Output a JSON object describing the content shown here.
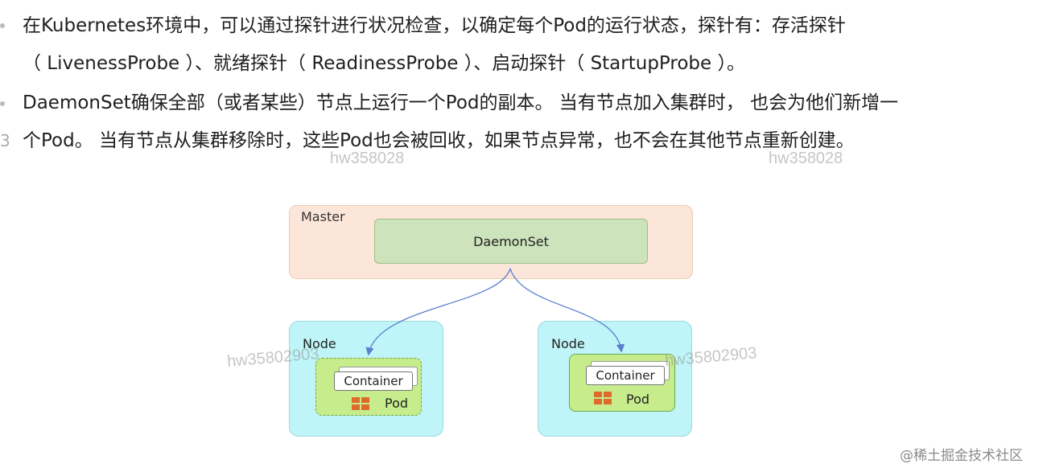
{
  "text": {
    "para1_line1": "在Kubernetes环境中，可以通过探针进行状况检查，以确定每个Pod的运行状态，探针有：存活探针",
    "para1_line2": "（ LivenessProbe ）、就绪探针（ ReadinessProbe ）、启动探针（ StartupProbe ）。",
    "para2_line1": "DaemonSet确保全部（或者某些）节点上运行一个Pod的副本。 当有节点加入集群时， 也会为他们新增一",
    "para2_line2": "个Pod。 当有节点从集群移除时，这些Pod也会被回收，如果节点异常，也不会在其他节点重新创建。",
    "edge_number": "3"
  },
  "watermarks": [
    "hw358028",
    "hw358028",
    "hw35802903",
    "hw35802903"
  ],
  "diagram": {
    "master_label": "Master",
    "daemonset_label": "DaemonSet",
    "node_left_label": "Node",
    "node_right_label": "Node",
    "container_left_label": "Container",
    "container_right_label": "Container",
    "pod_left_label": "Pod",
    "pod_right_label": "Pod"
  },
  "credit": "@稀土掘金技术社区",
  "colors": {
    "master_fill": "#fce6da",
    "daemonset_fill": "#cde3bb",
    "node_fill": "#bff5f8",
    "pod_fill": "#c6ec8c",
    "pod_icon": "#e06a2c",
    "arrow": "#5b7fd0"
  }
}
